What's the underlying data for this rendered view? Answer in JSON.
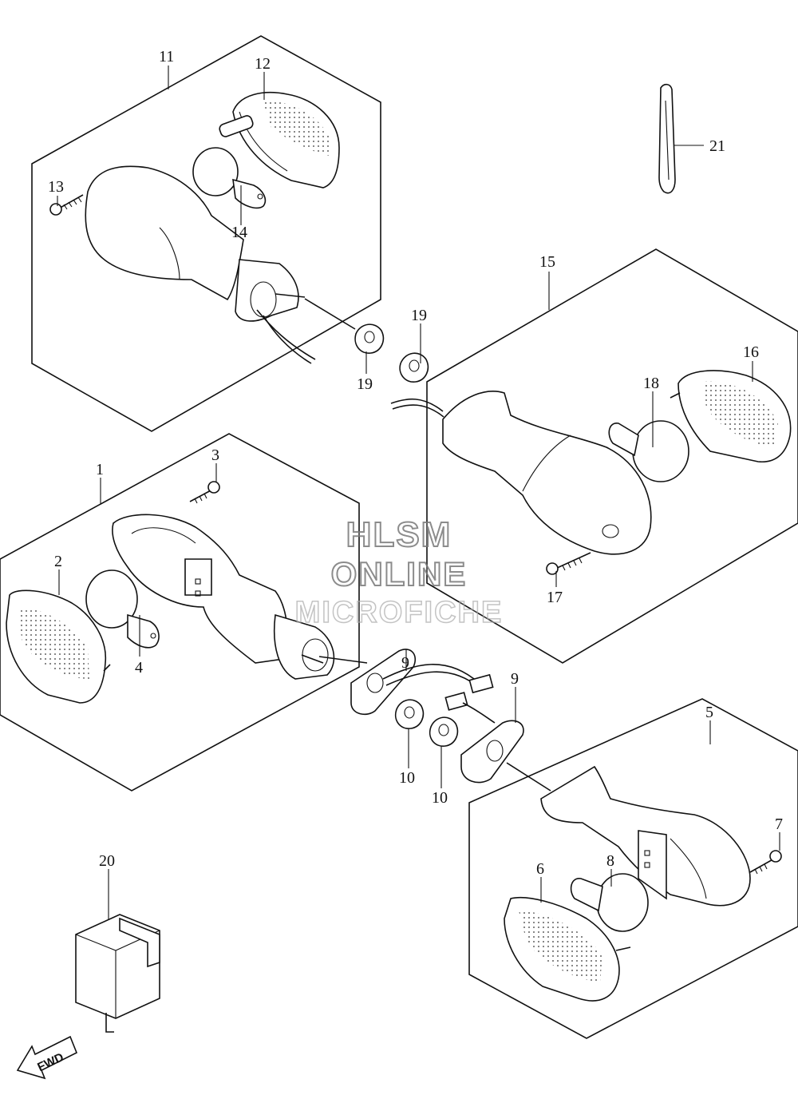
{
  "labels": {
    "n1": "1",
    "n2": "2",
    "n3": "3",
    "n4": "4",
    "n5": "5",
    "n6": "6",
    "n7": "7",
    "n8": "8",
    "n9a": "9",
    "n9b": "9",
    "n10a": "10",
    "n10b": "10",
    "n11": "11",
    "n12": "12",
    "n13": "13",
    "n14": "14",
    "n15": "15",
    "n16": "16",
    "n17": "17",
    "n18": "18",
    "n19a": "19",
    "n19b": "19",
    "n20": "20",
    "n21": "21"
  },
  "fwd_label": "FWD",
  "watermark": {
    "line1": "HLSM",
    "line2": "ONLINE",
    "line3": "MICROFICHE"
  },
  "colors": {
    "ink": "#111111",
    "background": "#ffffff",
    "watermark": "#888888"
  }
}
